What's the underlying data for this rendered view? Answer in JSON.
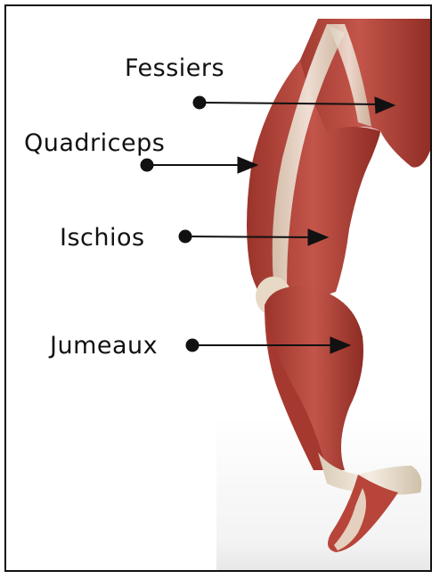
{
  "diagram": {
    "labels": [
      {
        "id": "fessiers",
        "text": "Fessiers"
      },
      {
        "id": "quadriceps",
        "text": "Quadriceps"
      },
      {
        "id": "ischios",
        "text": "Ischios"
      },
      {
        "id": "jumeaux",
        "text": "Jumeaux"
      }
    ]
  },
  "colors": {
    "muscle": "#b8453a",
    "muscle_dark": "#8a2a22",
    "muscle_light": "#d8756a",
    "tendon": "#ece2d4",
    "arrow": "#111111",
    "frame": "#111111"
  }
}
